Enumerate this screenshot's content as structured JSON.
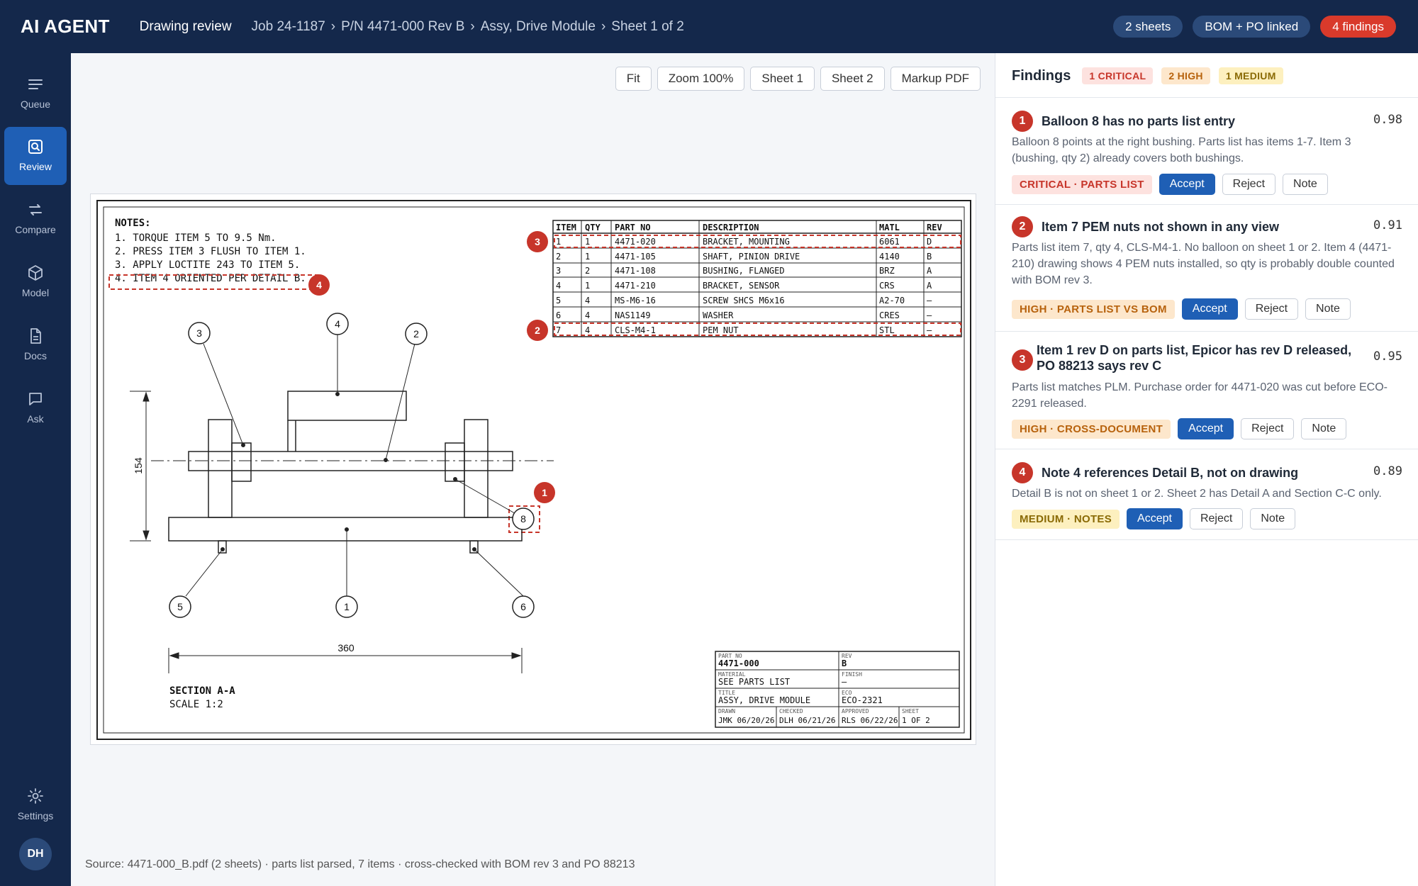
{
  "app": {
    "brand": "AI AGENT",
    "title": "Drawing review"
  },
  "breadcrumb": [
    "Job 24-1187",
    "P/N 4471-000 Rev B",
    "Assy, Drive Module",
    "Sheet 1 of 2"
  ],
  "breadcrumb_sep": "›",
  "top_badges": {
    "sheets": "2 sheets",
    "linked": "BOM + PO linked",
    "findings": "4 findings"
  },
  "nav": [
    {
      "label": "Queue",
      "icon": "menu-icon"
    },
    {
      "label": "Review",
      "icon": "review-icon",
      "active": true
    },
    {
      "label": "Compare",
      "icon": "compare-icon"
    },
    {
      "label": "Model",
      "icon": "cube-icon"
    },
    {
      "label": "Docs",
      "icon": "document-icon"
    },
    {
      "label": "Ask",
      "icon": "chat-icon"
    },
    {
      "label": "Settings",
      "icon": "gear-icon"
    }
  ],
  "user": {
    "initials": "DH"
  },
  "toolbar": {
    "fit": "Fit",
    "zoom": "Zoom 100%",
    "sheet1": "Sheet 1",
    "sheet2": "Sheet 2",
    "markup": "Markup PDF"
  },
  "drawing": {
    "notes_title": "NOTES:",
    "notes": [
      "1. TORQUE ITEM 5 TO 9.5 Nm.",
      "2. PRESS ITEM 3 FLUSH TO ITEM 1.",
      "3. APPLY LOCTITE 243 TO ITEM 5.",
      "4. ITEM 4 ORIENTED PER DETAIL B."
    ],
    "parts_headers": [
      "ITEM",
      "QTY",
      "PART NO",
      "DESCRIPTION",
      "MATL",
      "REV"
    ],
    "parts_rows": [
      [
        "1",
        "1",
        "4471-020",
        "BRACKET, MOUNTING",
        "6061",
        "D"
      ],
      [
        "2",
        "1",
        "4471-105",
        "SHAFT, PINION DRIVE",
        "4140",
        "B"
      ],
      [
        "3",
        "2",
        "4471-108",
        "BUSHING, FLANGED",
        "BRZ",
        "A"
      ],
      [
        "4",
        "1",
        "4471-210",
        "BRACKET, SENSOR",
        "CRS",
        "A"
      ],
      [
        "5",
        "4",
        "MS-M6-16",
        "SCREW SHCS M6x16",
        "A2-70",
        "–"
      ],
      [
        "6",
        "4",
        "NAS1149",
        "WASHER",
        "CRES",
        "–"
      ],
      [
        "7",
        "4",
        "CLS-M4-1",
        "PEM NUT",
        "STL",
        "–"
      ]
    ],
    "balloons": [
      "1",
      "2",
      "3",
      "4",
      "5",
      "6",
      "8"
    ],
    "dimension_height": "154",
    "dimension_width": "360",
    "section_label": "SECTION A-A",
    "scale_label": "SCALE 1:2",
    "title_block": {
      "part_no_label": "PART NO",
      "part_no": "4471-000",
      "rev_label": "REV",
      "rev": "B",
      "material_label": "MATERIAL",
      "material": "SEE PARTS LIST",
      "finish_label": "FINISH",
      "finish": "–",
      "title_label": "TITLE",
      "title": "ASSY, DRIVE MODULE",
      "eco_label": "ECO",
      "eco": "ECO-2321",
      "drawn_label": "DRAWN",
      "drawn": "JMK 06/20/26",
      "checked_label": "CHECKED",
      "checked": "DLH 06/21/26",
      "approved_label": "APPROVED",
      "approved": "RLS 06/22/26",
      "sheet_label": "SHEET",
      "sheet": "1 OF 2"
    },
    "markers": [
      "1",
      "2",
      "3",
      "4"
    ]
  },
  "source_line": "Source: 4471-000_B.pdf (2 sheets) · parts list parsed, 7 items · cross-checked with BOM rev 3 and PO 88213",
  "findings_panel": {
    "title": "Findings",
    "counts": {
      "critical": "1 CRITICAL",
      "high": "2 HIGH",
      "medium": "1 MEDIUM"
    },
    "items": [
      {
        "num": "1",
        "title": "Balloon 8 has no parts list entry",
        "confidence": "0.98",
        "body": "Balloon 8 points at the right bushing. Parts list has items 1-7. Item 3 (bushing, qty 2) already covers both bushings.",
        "tag": "CRITICAL · PARTS LIST",
        "accept": "Accept",
        "reject": "Reject",
        "note": "Note"
      },
      {
        "num": "2",
        "title": "Item 7 PEM nuts not shown in any view",
        "confidence": "0.91",
        "body": "Parts list item 7, qty 4, CLS-M4-1. No balloon on sheet 1 or 2. Item 4 (4471-210) drawing shows 4 PEM nuts installed, so qty is probably double counted with BOM rev 3.",
        "tag": "HIGH · PARTS LIST VS BOM",
        "accept": "Accept",
        "reject": "Reject",
        "note": "Note"
      },
      {
        "num": "3",
        "title_line1": "Item 1 rev D on parts list, Epicor has rev D released,",
        "title_line2": "PO 88213 says rev C",
        "confidence": "0.95",
        "body": "Parts list matches PLM. Purchase order for 4471-020 was cut before ECO-2291 released.",
        "tag": "HIGH · CROSS-DOCUMENT",
        "accept": "Accept",
        "reject": "Reject",
        "note": "Note"
      },
      {
        "num": "4",
        "title": "Note 4 references Detail B, not on drawing",
        "confidence": "0.89",
        "body": "Detail B is not on sheet 1 or 2. Sheet 2 has Detail A and Section C-C only.",
        "tag": "MEDIUM · NOTES",
        "accept": "Accept",
        "reject": "Reject",
        "note": "Note"
      }
    ]
  },
  "colors": {
    "navy": "#14284b",
    "accent": "#1f5fb5",
    "critical": "#c7352a",
    "high": "#b7620d",
    "medium": "#8a6a05"
  }
}
